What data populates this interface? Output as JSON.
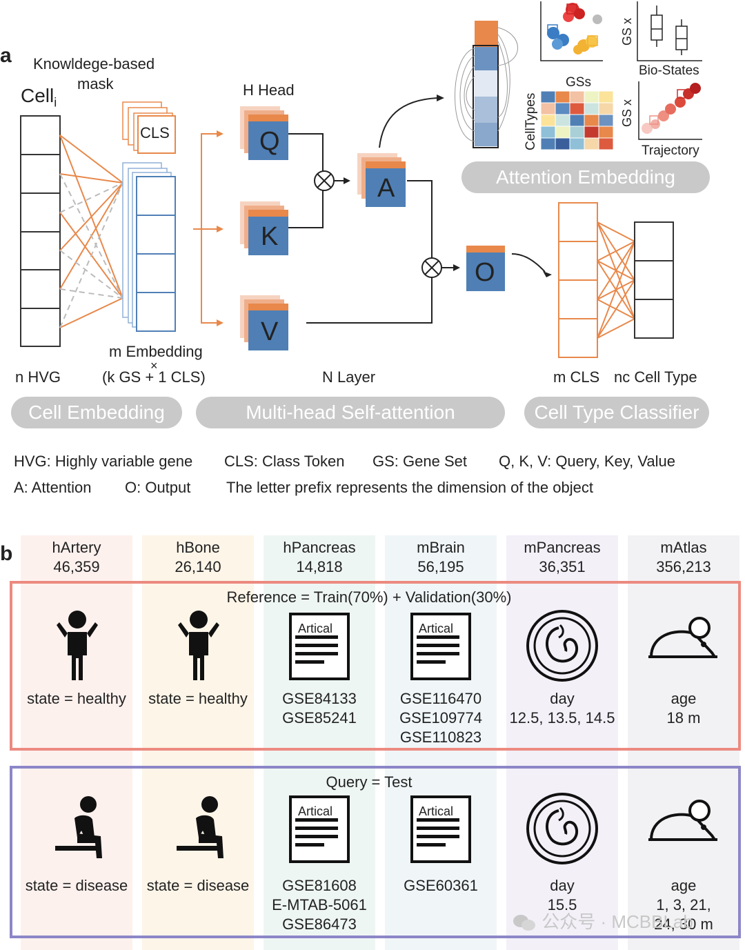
{
  "panel_a": {
    "letter": "a",
    "knowledge_mask": [
      "Knowldege-based",
      "mask"
    ],
    "cell_label": "Cell",
    "cell_sub": "i",
    "cls_token": "CLS",
    "h_head": "H Head",
    "q": "Q",
    "k": "K",
    "v": "V",
    "a": "A",
    "o": "O",
    "gss": "GSs",
    "celltypes": "CellTypes",
    "gs_x_1": "GS x",
    "gs_x_2": "GS x",
    "bio_states": "Bio-States",
    "trajectory": "Trajectory",
    "n_hvg": "n HVG",
    "m_embedding": "m Embedding",
    "times": "×",
    "k_gs": "(k GS + 1 CLS)",
    "n_layer": "N Layer",
    "m_cls": "m CLS",
    "nc_cell_type": "nc Cell Type",
    "pill_attention": "Attention Embedding",
    "pill_cell_embedding": "Cell Embedding",
    "pill_mhsa": "Multi-head Self-attention",
    "pill_classifier": "Cell Type Classifier",
    "legend_line1": [
      "HVG: Highly variable gene",
      "CLS: Class Token",
      "GS: Gene Set",
      "Q, K, V: Query, Key, Value"
    ],
    "legend_line2": [
      "A: Attention",
      "O: Output",
      "The letter prefix represents the dimension of the object"
    ]
  },
  "panel_b": {
    "letter": "b",
    "datasets": [
      {
        "name": "hArtery",
        "count": "46,359",
        "bg": "#fdf1ee"
      },
      {
        "name": "hBone",
        "count": "26,140",
        "bg": "#fdf5e8"
      },
      {
        "name": "hPancreas",
        "count": "14,818",
        "bg": "#eef6f3"
      },
      {
        "name": "mBrain",
        "count": "56,195",
        "bg": "#f0f6f8"
      },
      {
        "name": "mPancreas",
        "count": "36,351",
        "bg": "#f3f0f8"
      },
      {
        "name": "mAtlas",
        "count": "356,213",
        "bg": "#f2f2f4"
      }
    ],
    "reference_title": "Reference = Train(70%) + Validation(30%)",
    "query_title": "Query = Test",
    "doc_label": "Artical",
    "reference": [
      [
        "state = healthy"
      ],
      [
        "state = healthy"
      ],
      [
        "GSE84133",
        "GSE85241"
      ],
      [
        "GSE116470",
        "GSE109774",
        "GSE110823"
      ],
      [
        "day",
        "12.5, 13.5, 14.5"
      ],
      [
        "age",
        "18 m"
      ]
    ],
    "query": [
      [
        "state = disease"
      ],
      [
        "state = disease"
      ],
      [
        "GSE81608",
        "E-MTAB-5061",
        "GSE86473"
      ],
      [
        "GSE60361"
      ],
      [
        "day",
        "15.5"
      ],
      [
        "age",
        "1, 3, 21,",
        "24, 30 m"
      ]
    ],
    "watermark": "公众号 · MCBBLab"
  },
  "colors": {
    "orange": "#e8884a",
    "blue": "#4f7fb5",
    "pill_gray": "#c9c9c9",
    "reference_border": "#ec8a80",
    "query_border": "#8c86c8"
  }
}
